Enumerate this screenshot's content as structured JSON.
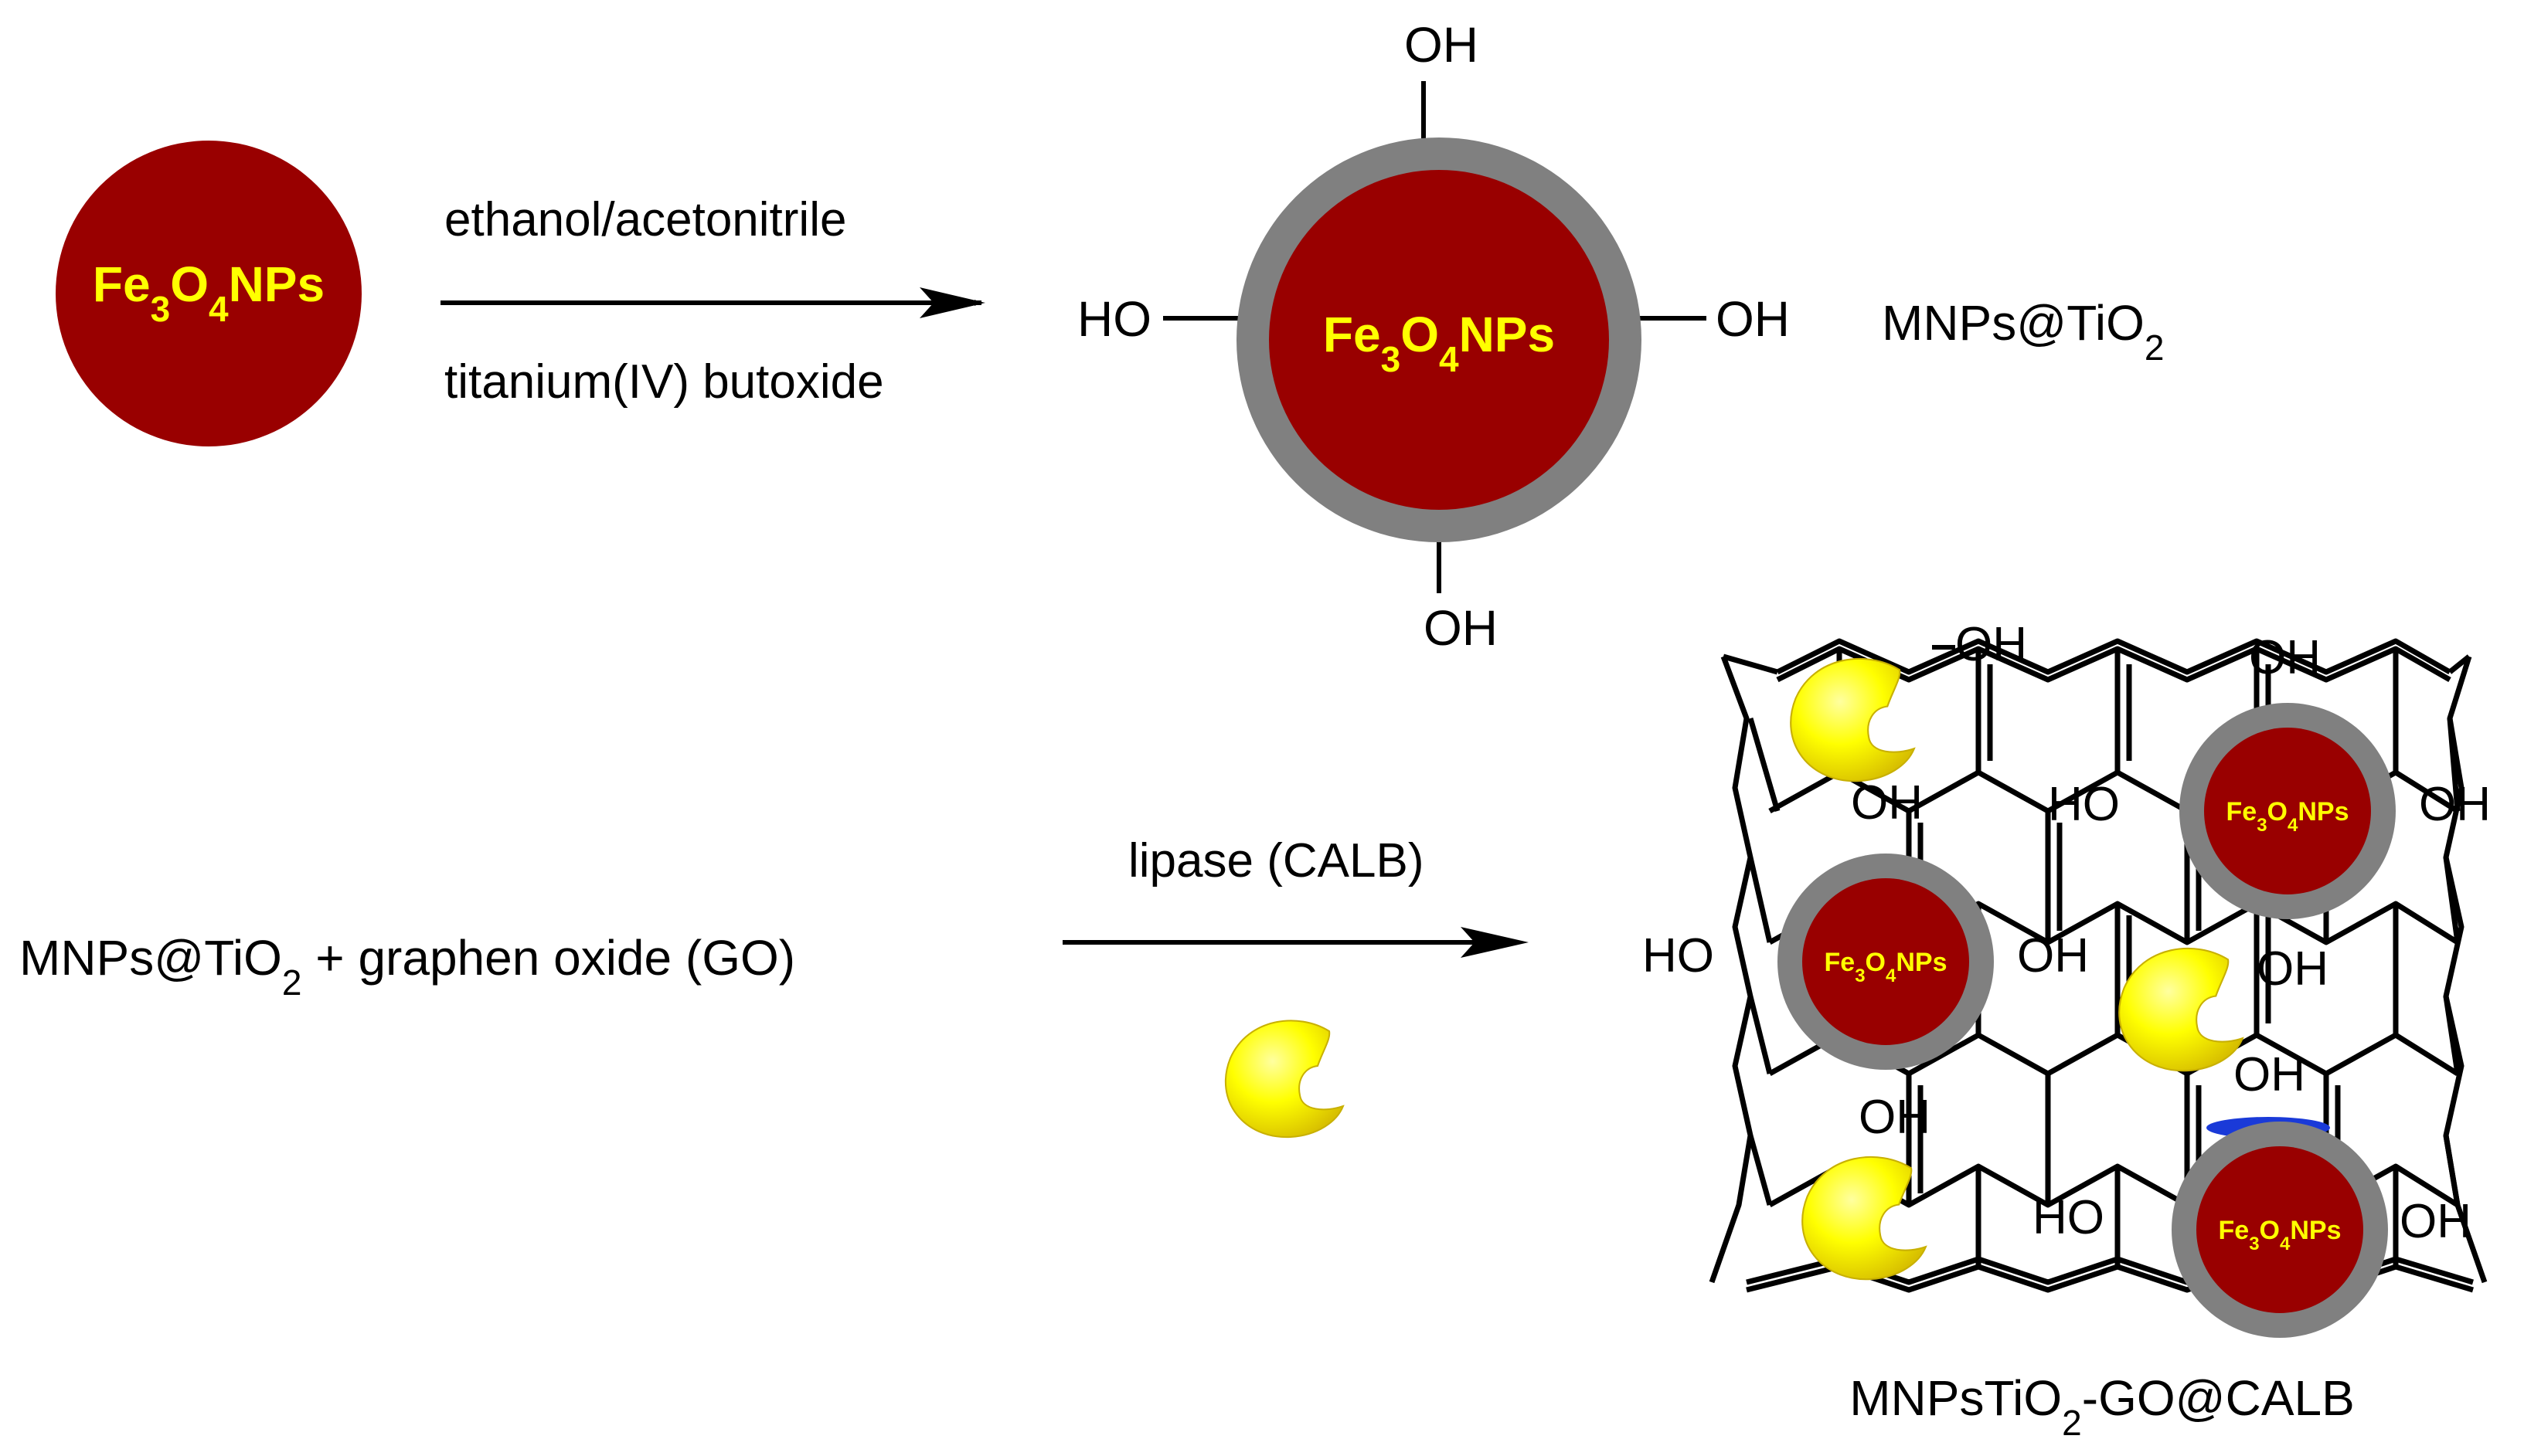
{
  "colors": {
    "core": "#990000",
    "shell": "#808080",
    "core_text": "#ffff00",
    "enzyme": "#ffff00",
    "enzyme_shade": "#e0c800",
    "linker": "#1a3ad8",
    "ink": "#000000"
  },
  "top_reaction": {
    "core_label": {
      "base": "Fe",
      "sub1": "3",
      "mid": "O",
      "sub2": "4",
      "tail": "NPs"
    },
    "reagent_above": "ethanol/acetonitrile",
    "reagent_below": "titanium(IV) butoxide",
    "product_core_label": {
      "base": "Fe",
      "sub1": "3",
      "mid": "O",
      "sub2": "4",
      "tail": "NPs"
    },
    "oh_top": "OH",
    "oh_left": "HO",
    "oh_right": "OH",
    "oh_bottom": "OH",
    "product_name": {
      "pre": "MNPs@TiO",
      "sub": "2"
    }
  },
  "bottom_reaction": {
    "reactants": {
      "pre": "MNPs@TiO",
      "sub": "2",
      "post": " + graphen oxide (GO)"
    },
    "reagent_above": "lipase (CALB)",
    "enzyme_icon": "crescent-enzyme-icon",
    "product_name": {
      "pre": "MNPsTiO",
      "sub": "2",
      "post": "-GO@CALB"
    },
    "composite_labels": {
      "oh1": "OH",
      "oh2": "OH",
      "oh3": "OH",
      "oh4": "HO",
      "oh5": "OH",
      "oh6": "HO",
      "oh7": "OH",
      "oh8": "OH",
      "oh9": "OH",
      "oh10": "OH",
      "oh11": "HO",
      "oh12": "OH"
    },
    "np_label": {
      "base": "Fe",
      "sub1": "3",
      "mid": "O",
      "sub2": "4",
      "tail": "NPs"
    }
  }
}
